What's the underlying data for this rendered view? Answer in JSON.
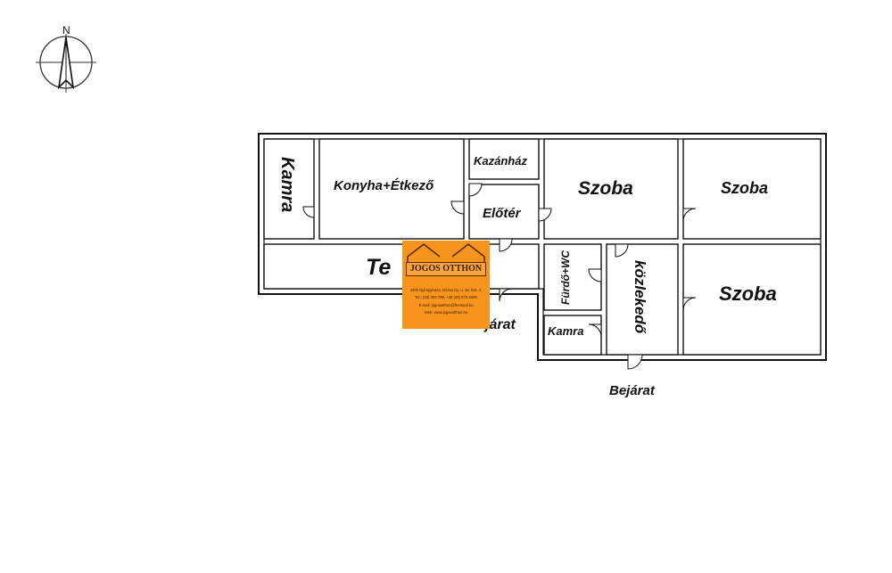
{
  "compass": {
    "north_label": "N"
  },
  "rooms": {
    "kamra_1": "Kamra",
    "konyha": "Konyha+Étkező",
    "kazanhaz": "Kazánház",
    "eloter": "Előtér",
    "szoba_1": "Szoba",
    "szoba_2": "Szoba",
    "terasz": "Te",
    "furdo": "Fürdő+WC",
    "kozlekedo": "közlekedő",
    "szoba_3": "Szoba",
    "kamra_2": "Kamra"
  },
  "entrances": {
    "bejarat_1": "járat",
    "bejarat_2": "Bejárat"
  },
  "watermark": {
    "title": "JOGOS OTTHON",
    "lines": [
      "4400 Nyíregyháza, Dózsa Gy. u. 18. fszt. 4.",
      "Tel.: (42) 403-789, +36 (20) 973-2060",
      "E-mail: jogosotthon@freemail.hu",
      "Web: www.jogosotthon.hu"
    ],
    "color": "#f7941d"
  },
  "colors": {
    "wall": "#111111",
    "wall_fill": "#ffffff"
  }
}
